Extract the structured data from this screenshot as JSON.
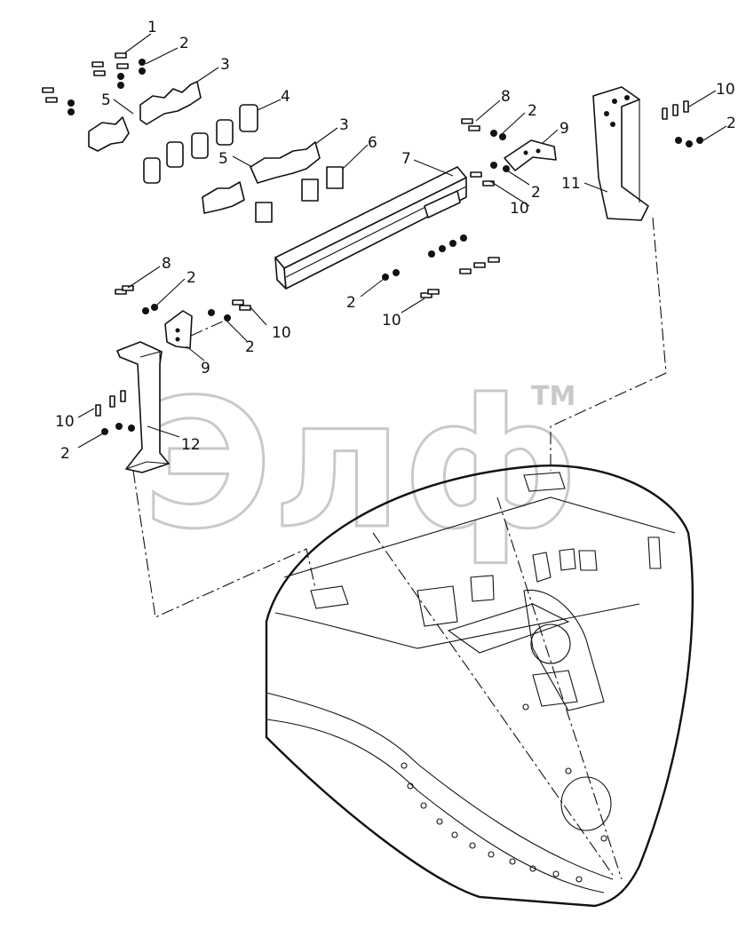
{
  "watermark": {
    "text": "Элф",
    "tm": "TM"
  },
  "callouts": [
    {
      "id": "c1",
      "text": "1"
    },
    {
      "id": "c2a",
      "text": "2"
    },
    {
      "id": "c3a",
      "text": "3"
    },
    {
      "id": "c4",
      "text": "4"
    },
    {
      "id": "c5a",
      "text": "5"
    },
    {
      "id": "c3b",
      "text": "3"
    },
    {
      "id": "c5b",
      "text": "5"
    },
    {
      "id": "c6",
      "text": "6"
    },
    {
      "id": "c7",
      "text": "7"
    },
    {
      "id": "c8a",
      "text": "8"
    },
    {
      "id": "c2b",
      "text": "2"
    },
    {
      "id": "c9a",
      "text": "9"
    },
    {
      "id": "c2c",
      "text": "2"
    },
    {
      "id": "c10a",
      "text": "10"
    },
    {
      "id": "c11",
      "text": "11"
    },
    {
      "id": "c10b",
      "text": "10"
    },
    {
      "id": "c2d",
      "text": "2"
    },
    {
      "id": "c8b",
      "text": "8"
    },
    {
      "id": "c2e",
      "text": "2"
    },
    {
      "id": "c10c",
      "text": "10"
    },
    {
      "id": "c2f",
      "text": "2"
    },
    {
      "id": "c9b",
      "text": "9"
    },
    {
      "id": "c2g",
      "text": "2"
    },
    {
      "id": "c10d",
      "text": "10"
    },
    {
      "id": "c10e",
      "text": "10"
    },
    {
      "id": "c2h",
      "text": "2"
    },
    {
      "id": "c12",
      "text": "12"
    }
  ]
}
